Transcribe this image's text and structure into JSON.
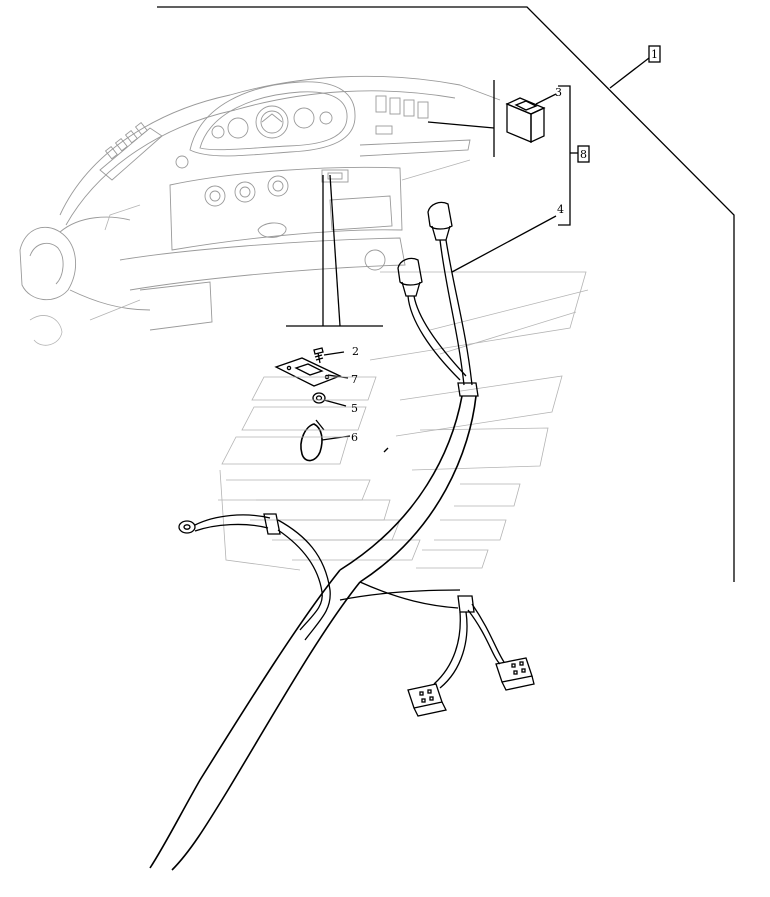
{
  "callouts": {
    "item1": "1",
    "item2": "2",
    "item3": "3",
    "item4": "4",
    "item5": "5",
    "item6": "6",
    "item7": "7",
    "item8": "8"
  },
  "colors": {
    "line": "#000000",
    "ghost": "#9a9a9a",
    "background": "#ffffff"
  }
}
